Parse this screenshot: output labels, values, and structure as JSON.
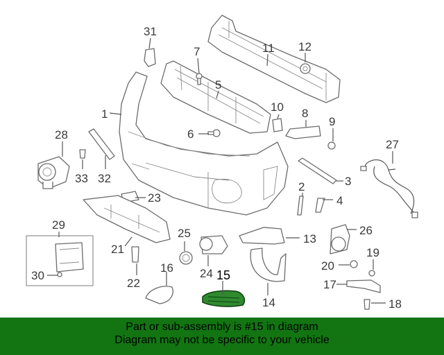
{
  "diagram": {
    "callouts": [
      {
        "id": "1",
        "label": "1"
      },
      {
        "id": "2",
        "label": "2"
      },
      {
        "id": "3",
        "label": "3"
      },
      {
        "id": "4",
        "label": "4"
      },
      {
        "id": "5",
        "label": "5"
      },
      {
        "id": "6",
        "label": "6"
      },
      {
        "id": "7",
        "label": "7"
      },
      {
        "id": "8",
        "label": "8"
      },
      {
        "id": "9",
        "label": "9"
      },
      {
        "id": "10",
        "label": "10"
      },
      {
        "id": "11",
        "label": "11"
      },
      {
        "id": "12",
        "label": "12"
      },
      {
        "id": "13",
        "label": "13"
      },
      {
        "id": "14",
        "label": "14"
      },
      {
        "id": "15",
        "label": "15"
      },
      {
        "id": "16",
        "label": "16"
      },
      {
        "id": "17",
        "label": "17"
      },
      {
        "id": "18",
        "label": "18"
      },
      {
        "id": "19",
        "label": "19"
      },
      {
        "id": "20",
        "label": "20"
      },
      {
        "id": "21",
        "label": "21"
      },
      {
        "id": "22",
        "label": "22"
      },
      {
        "id": "23",
        "label": "23"
      },
      {
        "id": "24",
        "label": "24"
      },
      {
        "id": "25",
        "label": "25"
      },
      {
        "id": "26",
        "label": "26"
      },
      {
        "id": "27",
        "label": "27"
      },
      {
        "id": "28",
        "label": "28"
      },
      {
        "id": "29",
        "label": "29"
      },
      {
        "id": "30",
        "label": "30"
      },
      {
        "id": "31",
        "label": "31"
      },
      {
        "id": "32",
        "label": "32"
      },
      {
        "id": "33",
        "label": "33"
      }
    ],
    "highlighted_part": "15",
    "highlight_color": "#2f8a2f"
  },
  "footer": {
    "line1": "Part or sub-assembly is #15 in diagram",
    "line2": "Diagram may not be specific to your vehicle",
    "background": "#127512"
  }
}
